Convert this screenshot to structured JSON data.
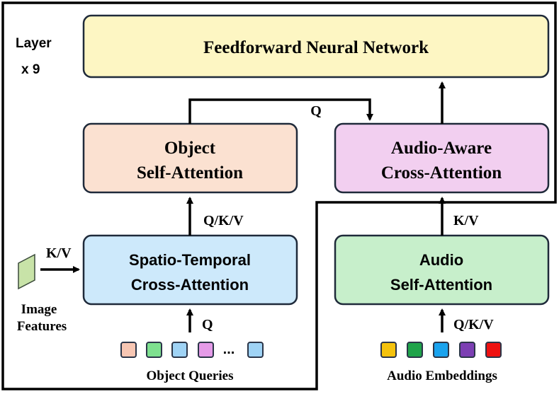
{
  "layer": {
    "line1": "Layer",
    "line2": "x 9"
  },
  "blocks": {
    "ffn": {
      "label": "Feedforward Neural Network",
      "fill": "#fdf6c3"
    },
    "object_sa": {
      "line1": "Object",
      "line2": "Self-Attention",
      "fill": "#fbe1d1"
    },
    "audio_ca": {
      "line1": "Audio-Aware",
      "line2": "Cross-Attention",
      "fill": "#f2cff0"
    },
    "st_ca": {
      "line1": "Spatio-Temporal",
      "line2": "Cross-Attention",
      "fill": "#cde9fb"
    },
    "audio_sa": {
      "line1": "Audio",
      "line2": "Self-Attention",
      "fill": "#c7efcb"
    }
  },
  "edge_labels": {
    "q_top": "Q",
    "qkv_object": "Q/K/V",
    "kv_audio": "K/V",
    "kv_image": "K/V",
    "q_queries": "Q",
    "qkv_audio": "Q/K/V"
  },
  "inputs": {
    "image_features": {
      "line1": "Image",
      "line2": "Features",
      "fill": "#c8e3a8"
    },
    "object_queries": {
      "label": "Object Queries",
      "ellipsis": "...",
      "colors": [
        "#f7c6b3",
        "#7ee08f",
        "#9fd3f5",
        "#e59be8",
        "#9fd3f5"
      ]
    },
    "audio_embeddings": {
      "label": "Audio Embeddings",
      "colors": [
        "#f4c20d",
        "#1fa34a",
        "#1aa3ee",
        "#7c3fb3",
        "#ee1111"
      ]
    }
  }
}
